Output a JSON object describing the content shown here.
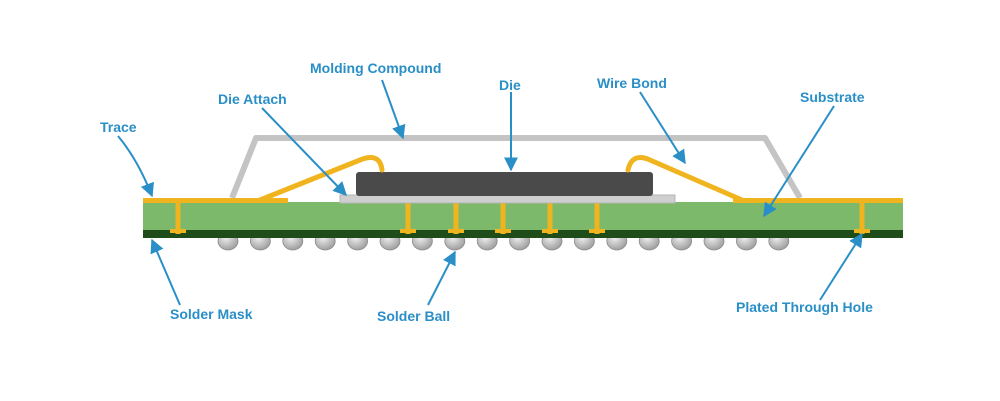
{
  "diagram": {
    "labels": {
      "molding_compound": "Molding Compound",
      "die": "Die",
      "die_attach": "Die Attach",
      "wire_bond": "Wire Bond",
      "substrate": "Substrate",
      "trace": "Trace",
      "solder_mask": "Solder Mask",
      "solder_ball": "Solder Ball",
      "plated_through_hole": "Plated Through Hole"
    },
    "colors": {
      "label_blue": "#2a8fc7",
      "substrate_green": "#7db96a",
      "solder_mask_dark": "#1f4d1a",
      "trace_gold": "#f0b41e",
      "die_dark": "#4a4a4a",
      "mold_gray": "#bfbfbf",
      "solder_ball_gray": "#c8c8c8"
    }
  }
}
